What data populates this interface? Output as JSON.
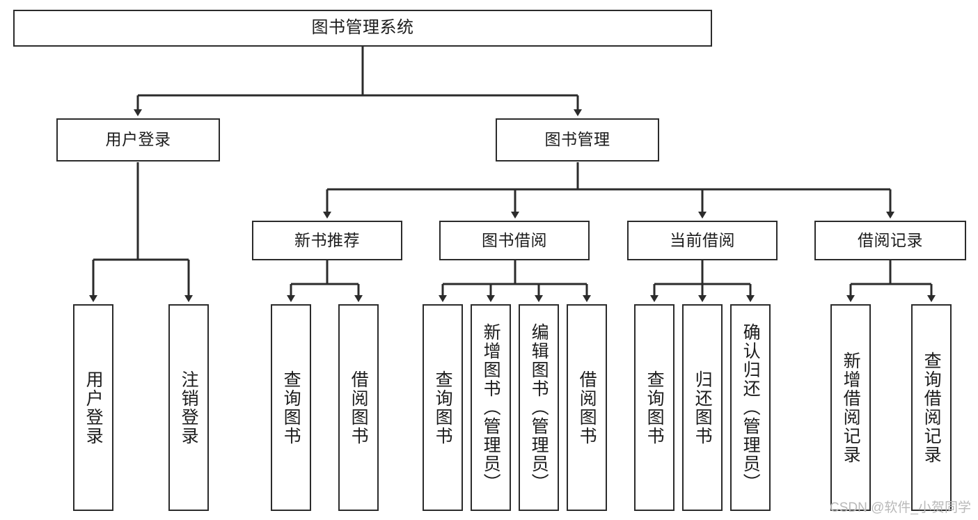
{
  "diagram": {
    "type": "tree",
    "title": "图书管理系统",
    "orientation": "top-down",
    "colors": {
      "box_border": "#2b2b2b",
      "box_fill": "#ffffff",
      "connector": "#2b2b2b",
      "text": "#1c1c1c",
      "watermark": "#b9b9b9",
      "background": "#ffffff"
    }
  },
  "root": {
    "label": "图书管理系统"
  },
  "level2": [
    {
      "label": "用户登录"
    },
    {
      "label": "图书管理"
    }
  ],
  "level3": [
    {
      "label": "新书推荐"
    },
    {
      "label": "图书借阅"
    },
    {
      "label": "当前借阅"
    },
    {
      "label": "借阅记录"
    }
  ],
  "leaves": {
    "user_login": [
      {
        "label": "用户登录"
      },
      {
        "label": "注销登录"
      }
    ],
    "new_book": [
      {
        "label": "查询图书"
      },
      {
        "label": "借阅图书"
      }
    ],
    "book_borrow": [
      {
        "label": "查询图书"
      },
      {
        "label": "新增图书（管理员）"
      },
      {
        "label": "编辑图书（管理员）"
      },
      {
        "label": "借阅图书"
      }
    ],
    "current_borrow": [
      {
        "label": "查询图书"
      },
      {
        "label": "归还图书"
      },
      {
        "label": "确认归还（管理员）"
      }
    ],
    "borrow_record": [
      {
        "label": "新增借阅记录"
      },
      {
        "label": "查询借阅记录"
      }
    ]
  },
  "watermark": {
    "text": "CSDN @软件_小贺同学"
  }
}
